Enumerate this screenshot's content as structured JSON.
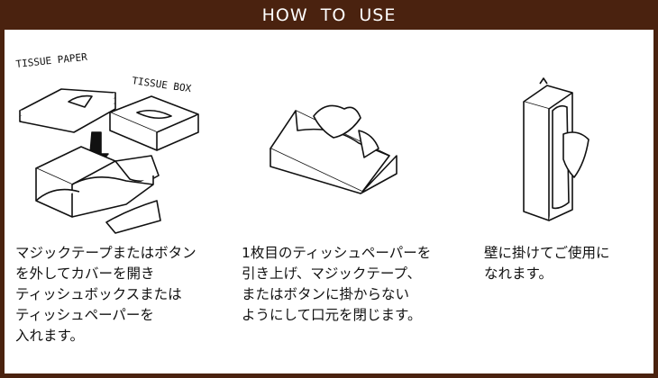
{
  "header": {
    "title": "HOW  TO  USE"
  },
  "colors": {
    "header_bg": "#4a220f",
    "header_text": "#ffffff",
    "line": "#111111"
  },
  "steps": [
    {
      "illustration_labels": {
        "tissue_paper": "TISSUE PAPER",
        "tissue_box": "TISSUE BOX"
      },
      "text": "マジックテープまたはボタン\nを外してカバーを開き\nティッシュボックスまたは\nティッシュペーパーを\n入れます。"
    },
    {
      "text": "1枚目のティッシュペーパーを\n引き上げ、マジックテープ、\nまたはボタンに掛からない\nようにして口元を閉じます。"
    },
    {
      "text": "壁に掛けてご使用に\nなれます。"
    }
  ]
}
